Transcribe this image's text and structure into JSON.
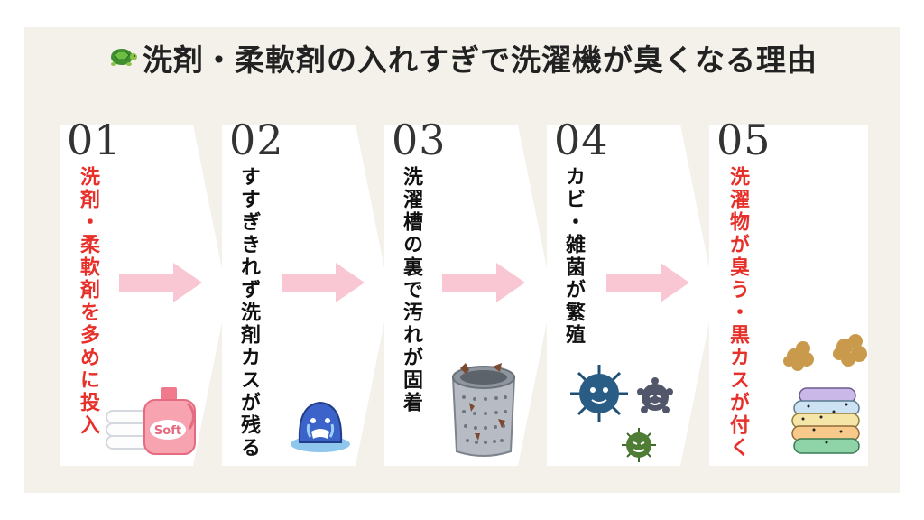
{
  "title": "洗剤・柔軟剤の入れすぎで洗濯機が臭くなる理由",
  "steps": [
    {
      "num": "01",
      "text": "洗剤・柔軟剤を多めに投入",
      "color": "#e8302a"
    },
    {
      "num": "02",
      "text": "すすぎきれず洗剤カスが残る",
      "color": "#111111"
    },
    {
      "num": "03",
      "text": "洗濯槽の裏で汚れが固着",
      "color": "#111111"
    },
    {
      "num": "04",
      "text": "カビ・雑菌が繁殖",
      "color": "#111111"
    },
    {
      "num": "05",
      "text": "洗濯物が臭う・黒カスが付く",
      "color": "#e8302a"
    }
  ],
  "bottle_label": "Soft",
  "colors": {
    "accent_red": "#e8302a",
    "arrow_pink": "#f9c6d3",
    "background": "#f4f0ea"
  },
  "icons": [
    "turtle-icon",
    "softener-bottle-icon",
    "crying-blob-icon",
    "drum-icon",
    "germs-icon",
    "smelly-laundry-icon"
  ]
}
